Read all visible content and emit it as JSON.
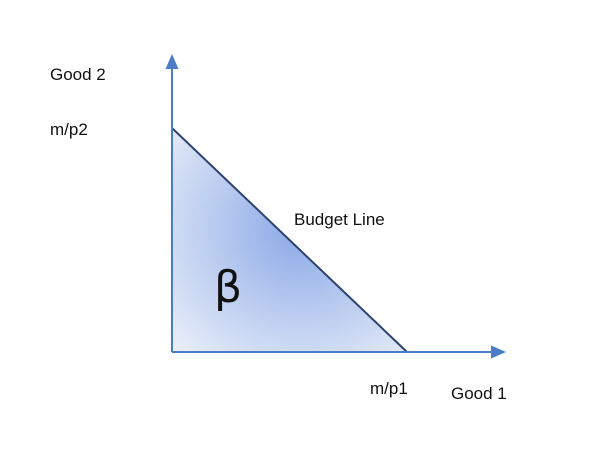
{
  "labels": {
    "y_axis": "Good 2",
    "y_intercept": "m/p2",
    "budget_line": "Budget Line",
    "region_symbol": "β",
    "x_intercept": "m/p1",
    "x_axis": "Good 1"
  },
  "colors": {
    "axis": "#4a7cc7",
    "budget_line": "#2c4370",
    "fill_center": "#8aa8e6",
    "fill_edge": "#e8eef9"
  }
}
